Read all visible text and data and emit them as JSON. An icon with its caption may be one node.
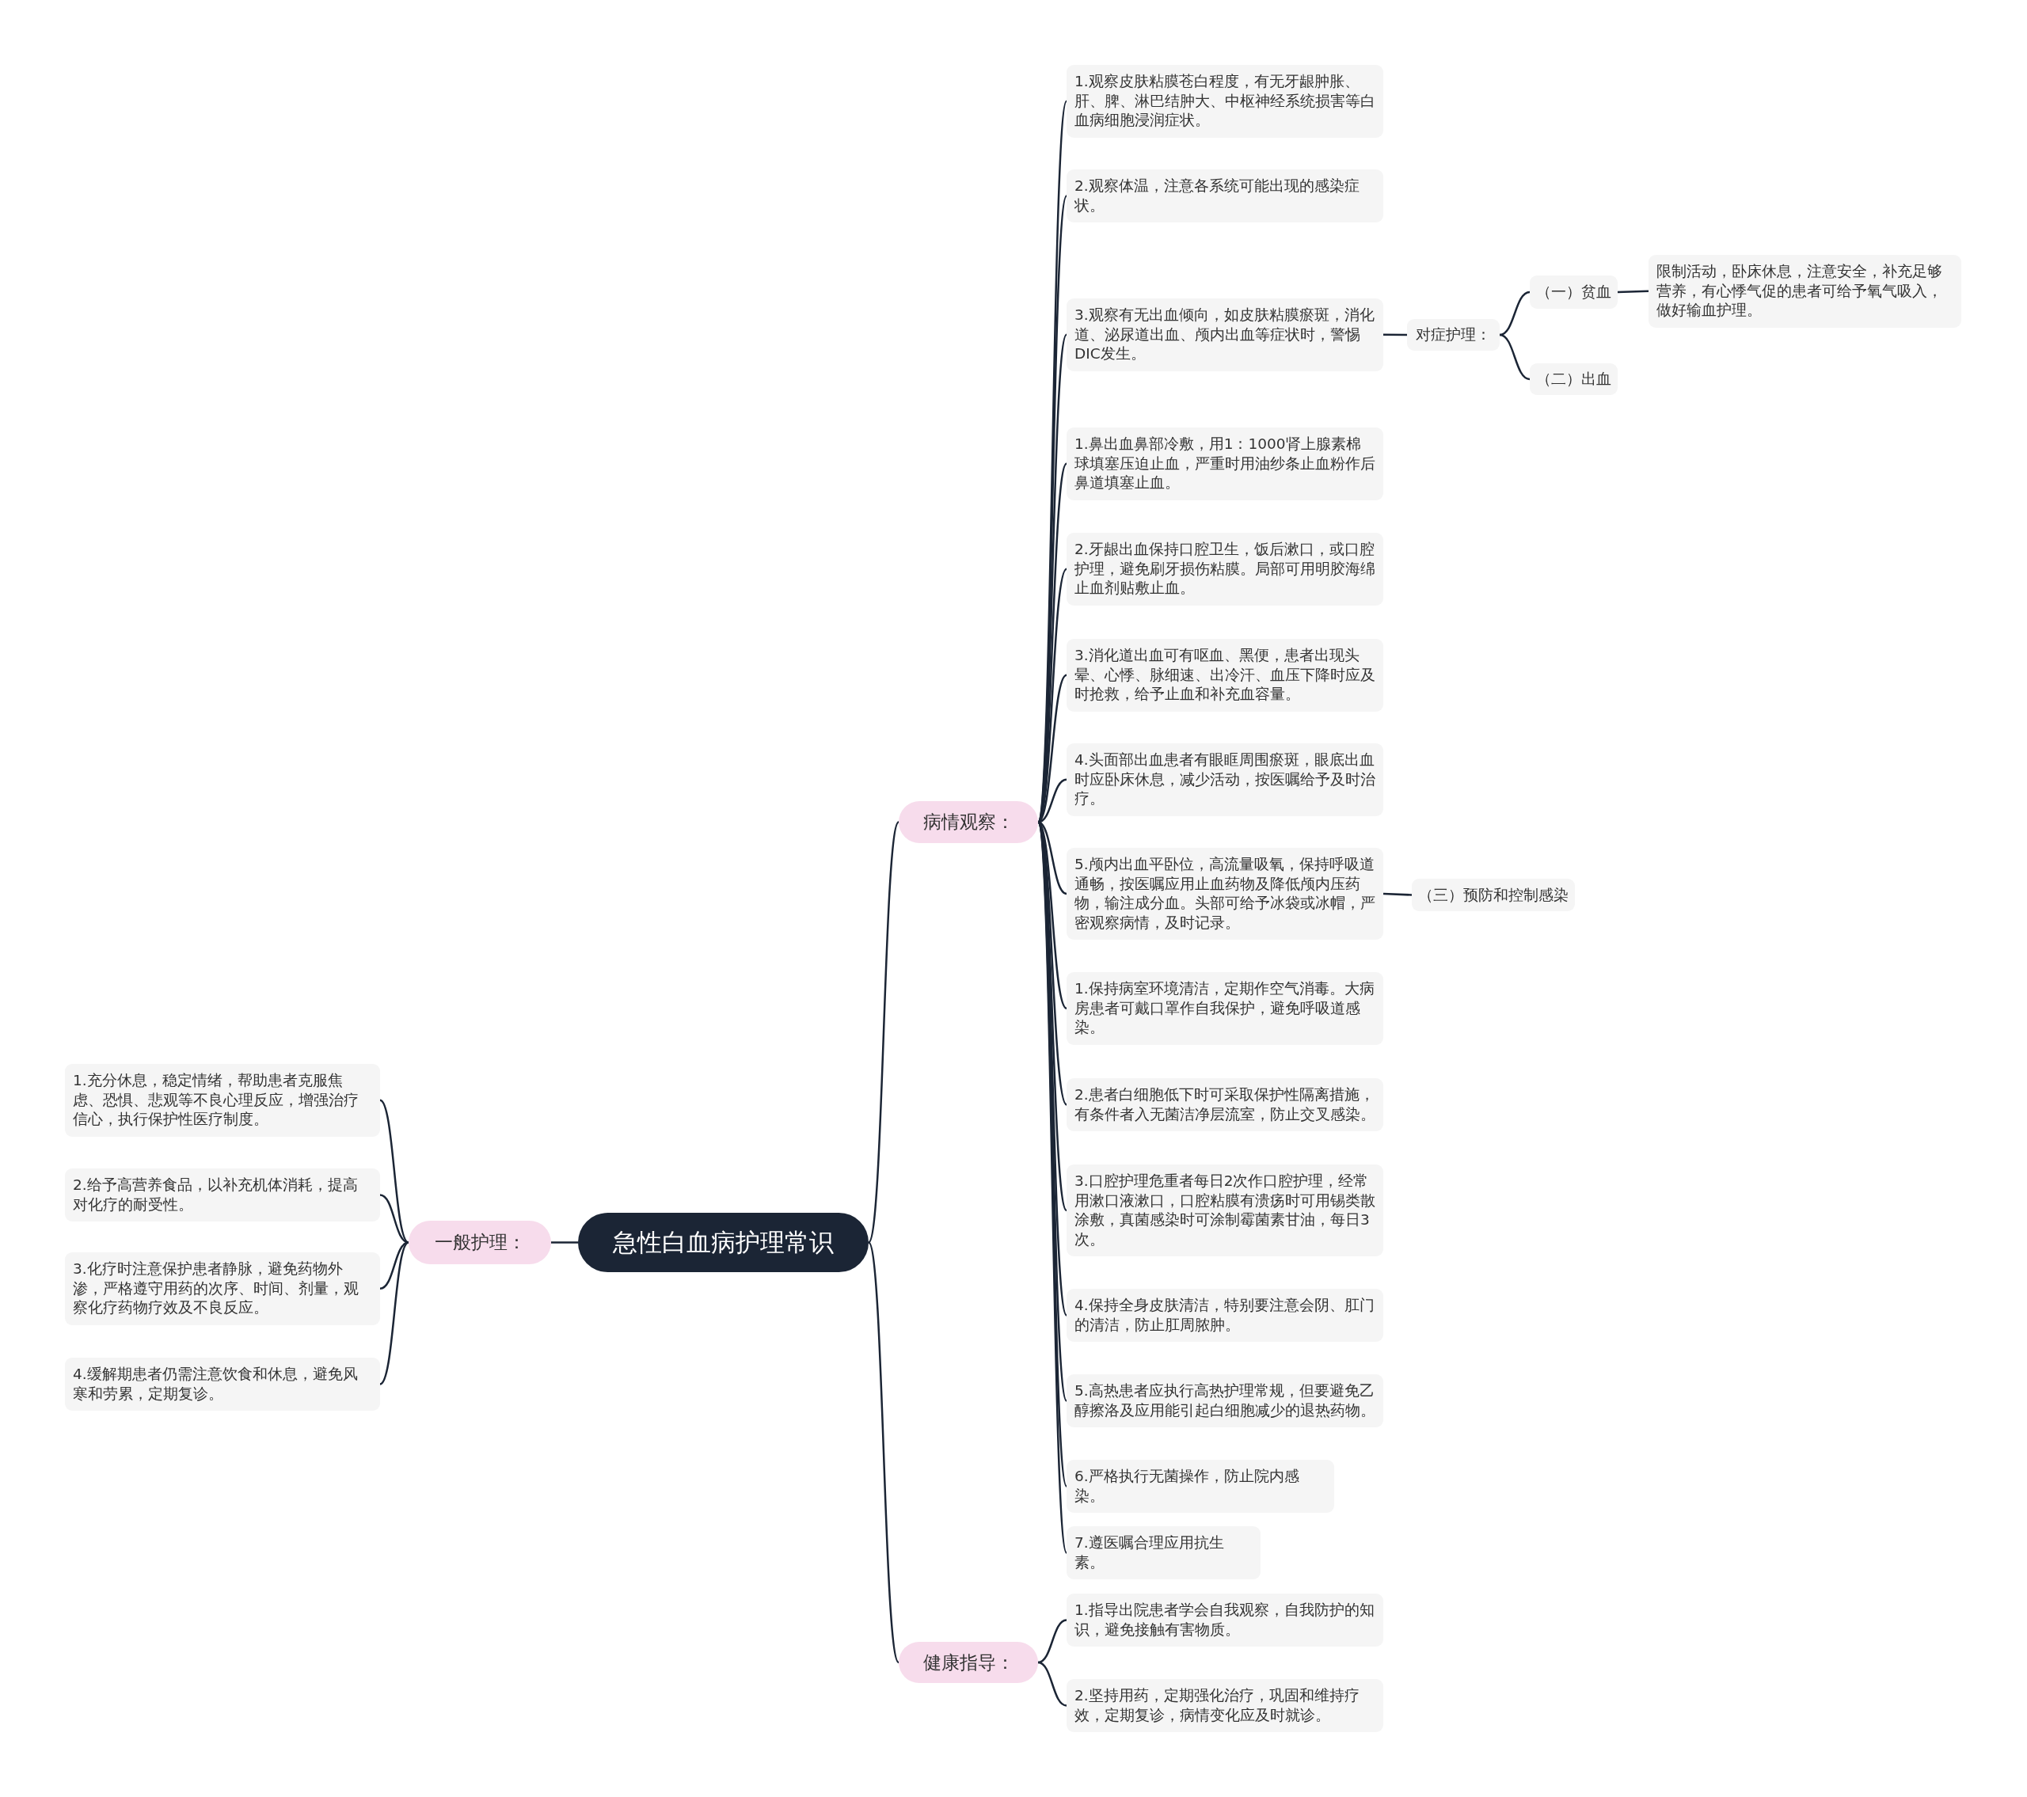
{
  "diagram": {
    "nodes": [
      {
        "text": [
          "急性白血病护理常识"
        ]
      },
      {
        "text": [
          "病情观察："
        ]
      },
      {
        "text": [
          "1.观察皮肤粘膜苍白程度，有无牙龈肿胀、肝、脾、淋巴结肿大、中枢神经系统损害等白血病细胞浸润症状。"
        ]
      },
      {
        "text": [
          "2.观察体温，注意各系统可能出现的感染症状。"
        ]
      },
      {
        "text": [
          "3.观察有无出血倾向，如皮肤粘膜瘀斑，消化道、泌尿道出血、颅内出血等症状时，警惕DIC发生。"
        ]
      },
      {
        "text": [
          "对症护理："
        ]
      },
      {
        "text": [
          "（一）贫血"
        ]
      },
      {
        "text": [
          "限制活动，卧床休息，注意安全，补充足够营养，有心悸气促的患者可给予氧气吸入，做好输血护理。"
        ]
      },
      {
        "text": [
          "（二）出血"
        ]
      },
      {
        "text": [
          "1.鼻出血鼻部冷敷，用1：1000肾上腺素棉球填塞压迫止血，严重时用油纱条止血粉作后鼻道填塞止血。"
        ]
      },
      {
        "text": [
          "2.牙龈出血保持口腔卫生，饭后漱口，或口腔护理，避免刷牙损伤粘膜。局部可用明胶海绵止血剂贴敷止血。"
        ]
      },
      {
        "text": [
          "3.消化道出血可有呕血、黑便，患者出现头晕、心悸、脉细速、出冷汗、血压下降时应及时抢救，给予止血和补充血容量。"
        ]
      },
      {
        "text": [
          "4.头面部出血患者有眼眶周围瘀斑，眼底出血时应卧床休息，减少活动，按医嘱给予及时治疗。"
        ]
      },
      {
        "text": [
          "5.颅内出血平卧位，高流量吸氧，保持呼吸道通畅，按医嘱应用止血药物及降低颅内压药物，输注成分血。头部可给予冰袋或冰帽，严密观察病情，及时记录。"
        ]
      },
      {
        "text": [
          "（三）预防和控制感染"
        ]
      },
      {
        "text": [
          "1.保持病室环境清洁，定期作空气消毒。大病房患者可戴口罩作自我保护，避免呼吸道感染。"
        ]
      },
      {
        "text": [
          "2.患者白细胞低下时可采取保护性隔离措施，有条件者入无菌洁净层流室，防止交叉感染。"
        ]
      },
      {
        "text": [
          "3.口腔护理危重者每日2次作口腔护理，经常用漱口液漱口，口腔粘膜有溃疡时可用锡类散涂敷，真菌感染时可涂制霉菌素甘油，每日3次。"
        ]
      },
      {
        "text": [
          "4.保持全身皮肤清洁，特别要注意会阴、肛门的清洁，防止肛周脓肿。"
        ]
      },
      {
        "text": [
          "5.高热患者应执行高热护理常规，但要避免乙醇擦洛及应用能引起白细胞减少的退热药物。"
        ]
      },
      {
        "text": [
          "6.严格执行无菌操作，防止院内感染。"
        ]
      },
      {
        "text": [
          "7.遵医嘱合理应用抗生素。"
        ]
      },
      {
        "text": [
          "健康指导："
        ]
      },
      {
        "text": [
          "1.指导出院患者学会自我观察，自我防护的知识，避免接触有害物质。"
        ]
      },
      {
        "text": [
          "2.坚持用药，定期强化治疗，巩固和维持疗效，定期复诊，病情变化应及时就诊。"
        ]
      },
      {
        "text": [
          "一般护理："
        ]
      },
      {
        "text": [
          "1.充分休息，稳定情绪，帮助患者克服焦虑、恐惧、悲观等不良心理反应，增强治疗信心，执行保护性医疗制度。"
        ]
      },
      {
        "text": [
          "2.给予高营养食品，以补充机体消耗，提高对化疗的耐受性。"
        ]
      },
      {
        "text": [
          "3.化疗时注意保护患者静脉，避免药物外渗，严格遵守用药的次序、时间、剂量，观察化疗药物疗效及不良反应。"
        ]
      },
      {
        "text": [
          "4.缓解期患者仍需注意饮食和休息，避免风寒和劳累，定期复诊。"
        ]
      }
    ],
    "edges": [
      {
        "from": 0,
        "to": 1,
        "arrow": "none"
      },
      {
        "from": 0,
        "to": 22,
        "arrow": "none"
      },
      {
        "from": 0,
        "to": 25,
        "arrow": "none"
      },
      {
        "from": 1,
        "to": 2,
        "arrow": "none"
      },
      {
        "from": 1,
        "to": 3,
        "arrow": "none"
      },
      {
        "from": 1,
        "to": 4,
        "arrow": "none"
      },
      {
        "from": 4,
        "to": 5,
        "arrow": "none"
      },
      {
        "from": 5,
        "to": 6,
        "arrow": "none"
      },
      {
        "from": 6,
        "to": 7,
        "arrow": "none"
      },
      {
        "from": 5,
        "to": 8,
        "arrow": "none"
      },
      {
        "from": 1,
        "to": 9,
        "arrow": "none"
      },
      {
        "from": 1,
        "to": 10,
        "arrow": "none"
      },
      {
        "from": 1,
        "to": 11,
        "arrow": "none"
      },
      {
        "from": 1,
        "to": 12,
        "arrow": "none"
      },
      {
        "from": 1,
        "to": 13,
        "arrow": "none"
      },
      {
        "from": 13,
        "to": 14,
        "arrow": "none"
      },
      {
        "from": 1,
        "to": 15,
        "arrow": "none"
      },
      {
        "from": 1,
        "to": 16,
        "arrow": "none"
      },
      {
        "from": 1,
        "to": 17,
        "arrow": "none"
      },
      {
        "from": 1,
        "to": 18,
        "arrow": "none"
      },
      {
        "from": 1,
        "to": 19,
        "arrow": "none"
      },
      {
        "from": 1,
        "to": 20,
        "arrow": "none"
      },
      {
        "from": 1,
        "to": 21,
        "arrow": "none"
      },
      {
        "from": 22,
        "to": 23,
        "arrow": "none"
      },
      {
        "from": 22,
        "to": 24,
        "arrow": "none"
      },
      {
        "from": 25,
        "to": 26,
        "arrow": "none"
      },
      {
        "from": 25,
        "to": 27,
        "arrow": "none"
      },
      {
        "from": 25,
        "to": 28,
        "arrow": "none"
      },
      {
        "from": 25,
        "to": 29,
        "arrow": "none"
      }
    ]
  }
}
